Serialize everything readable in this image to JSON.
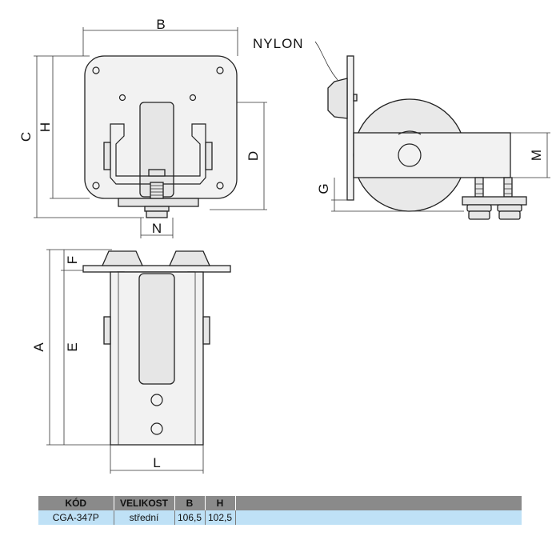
{
  "labels": {
    "B": "B",
    "C": "C",
    "H": "H",
    "D": "D",
    "N": "N",
    "M": "M",
    "G": "G",
    "F": "F",
    "A": "A",
    "E": "E",
    "L": "L",
    "nylon": "NYLON"
  },
  "table": {
    "headers": [
      "KÓD",
      "VELIKOST",
      "B",
      "H"
    ],
    "rows": [
      [
        "CGA-347P",
        "střední",
        "106,5",
        "102,5"
      ]
    ]
  }
}
